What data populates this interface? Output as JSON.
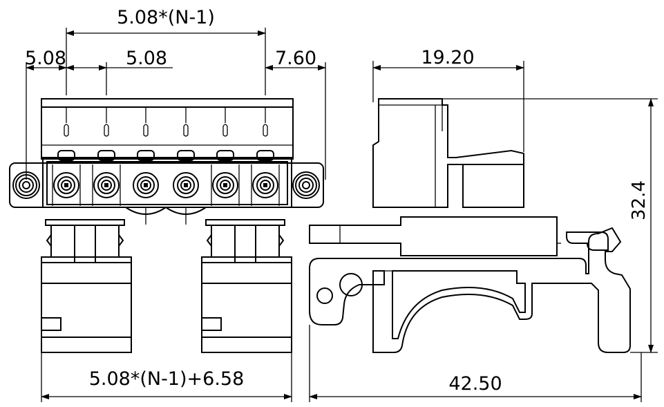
{
  "drawing": {
    "front_view": {
      "dim_overall_pitch": "5.08*(N-1)",
      "dim_left_pitch": "5.08",
      "dim_pitch": "5.08",
      "dim_right": "7.60",
      "dim_bottom": "5.08*(N-1)+6.58",
      "pole_count": 6
    },
    "side_view": {
      "dim_top": "19.20",
      "dim_height": "32.4",
      "dim_bottom": "42.50"
    }
  }
}
